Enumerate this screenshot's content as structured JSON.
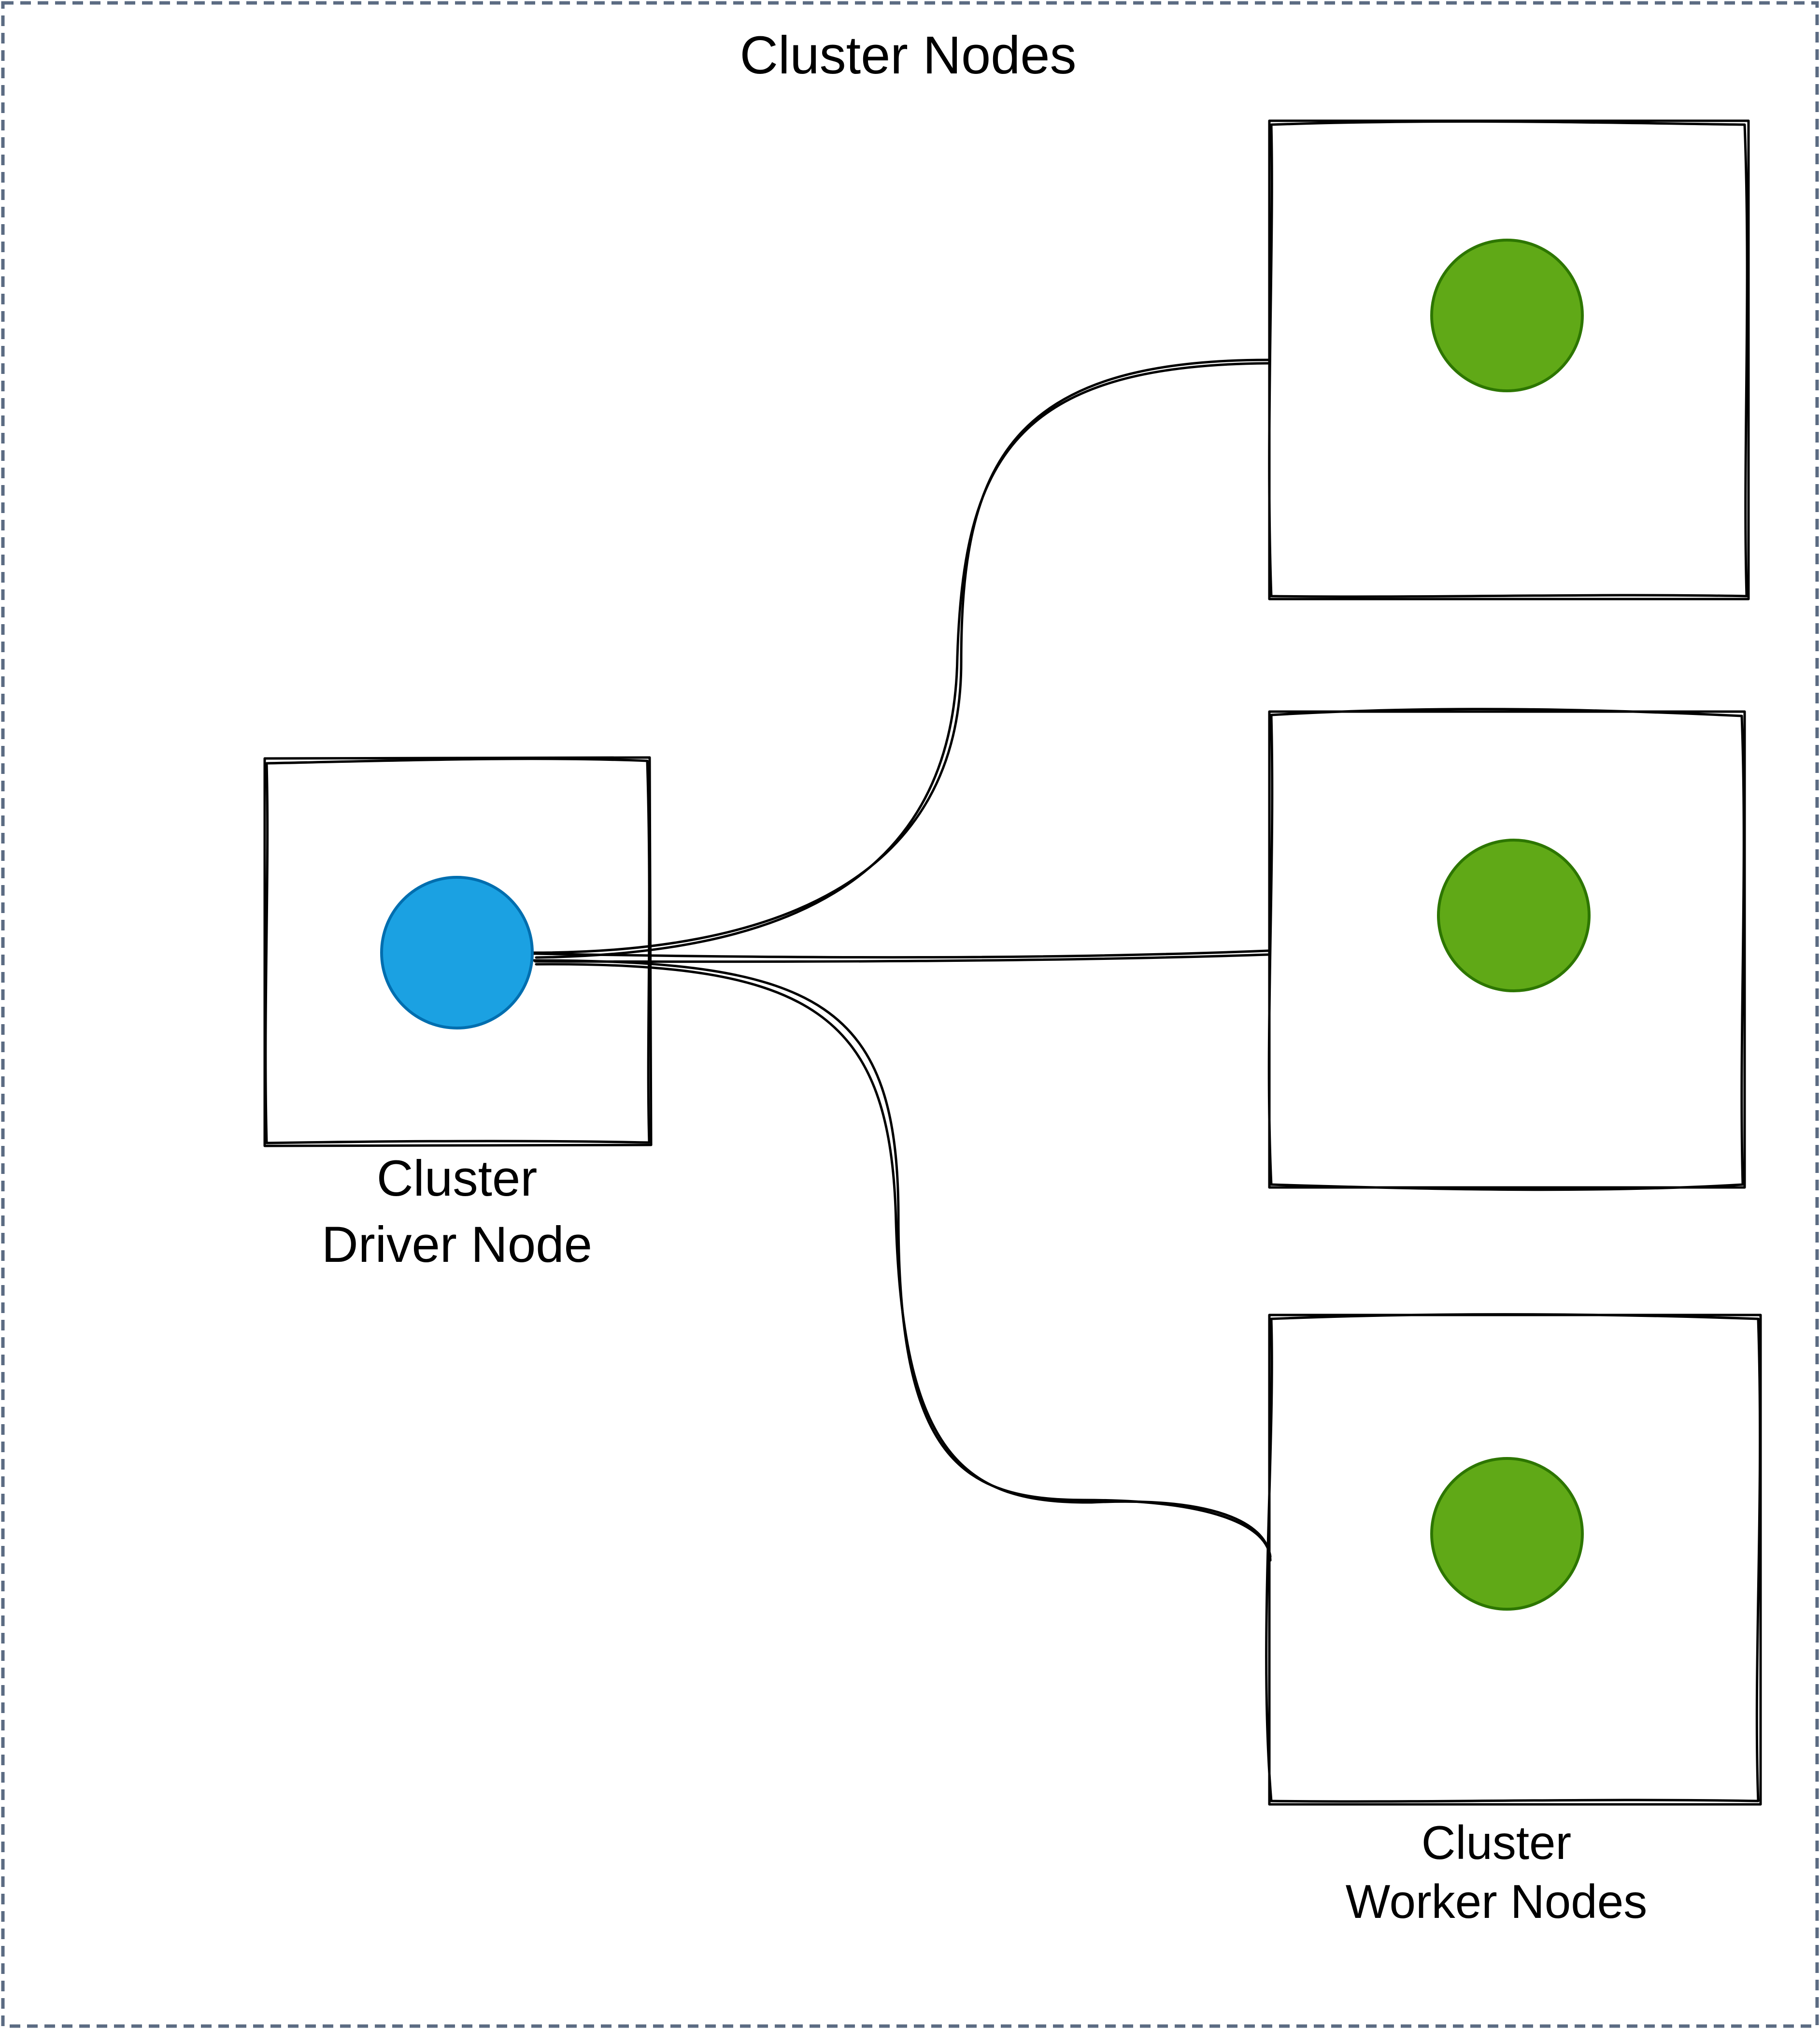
{
  "container": {
    "title": "Cluster Nodes",
    "border_color": "#5b6b82"
  },
  "driver": {
    "label_line1": "Cluster",
    "label_line2": "Driver Node",
    "circle_fill": "#1ba1e2",
    "circle_stroke": "#006eaf"
  },
  "workers": {
    "label_line1": "Cluster",
    "label_line2": "Worker Nodes",
    "circle_fill": "#60a917",
    "circle_stroke": "#2d7600",
    "count": 3
  }
}
